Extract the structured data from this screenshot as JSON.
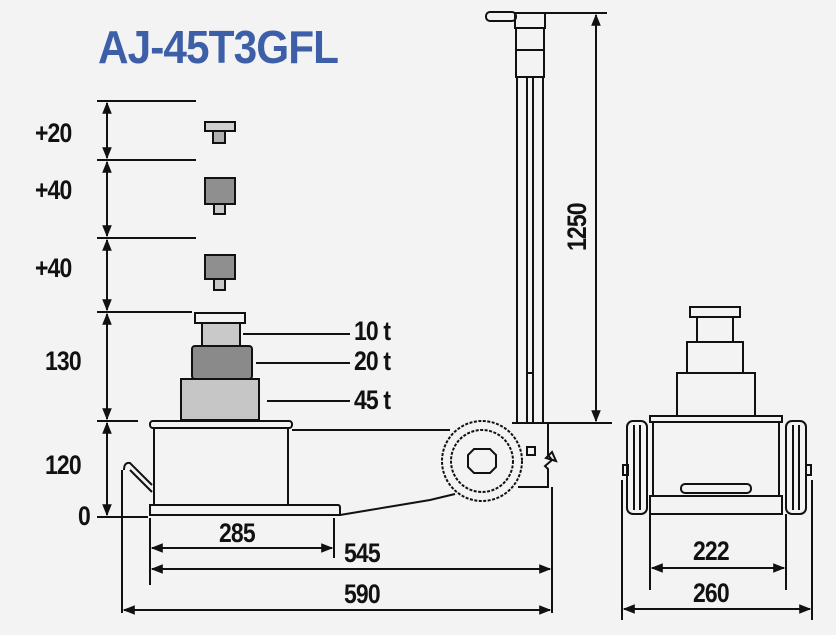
{
  "title": "AJ-45T3GFL",
  "colors": {
    "title": "#3d5fa8",
    "line": "#111111",
    "background": "#f3f3f3",
    "stage_10t": "#c9c9c9",
    "stage_20t": "#8a8a8a",
    "stage_45t": "#c6c6c6",
    "extension": "#8f8f8f"
  },
  "side_view": {
    "height_dimensions": [
      {
        "label": "+20",
        "part": "extension-20"
      },
      {
        "label": "+40",
        "part": "extension-40-a"
      },
      {
        "label": "+40",
        "part": "extension-40-b"
      },
      {
        "label": "130",
        "part": "piston-stroke"
      },
      {
        "label": "120",
        "part": "base-height"
      },
      {
        "label": "0",
        "part": "ground"
      }
    ],
    "capacity_labels": [
      "10 t",
      "20 t",
      "45 t"
    ],
    "handle_height": "1250",
    "length_dimensions": [
      "285",
      "545",
      "590"
    ]
  },
  "front_view": {
    "width_dimensions": [
      "222",
      "260"
    ]
  }
}
